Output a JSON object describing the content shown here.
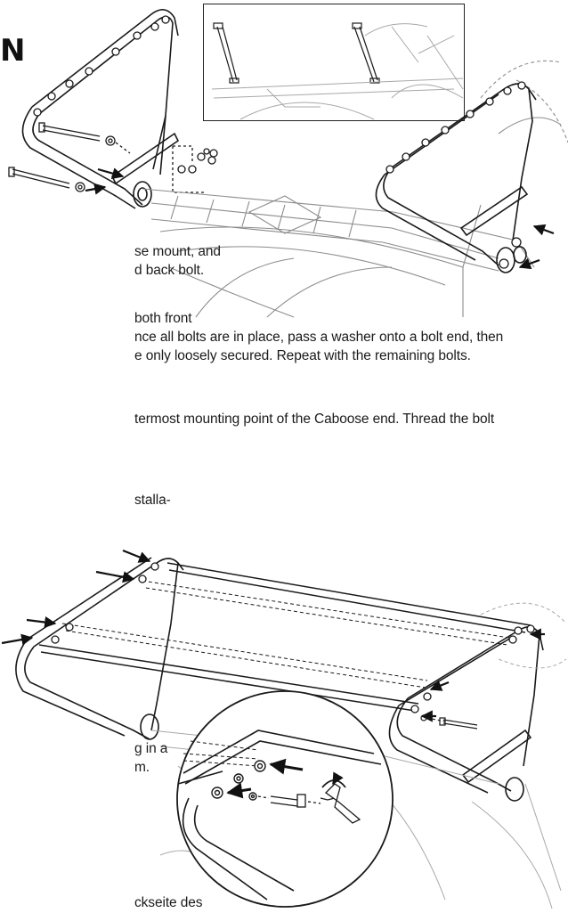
{
  "heading": {
    "visible_fragment": "N"
  },
  "paragraphs": [
    {
      "id": "p1",
      "lines": [
        "se mount, and",
        "d back bolt."
      ]
    },
    {
      "id": "p2",
      "lines": [
        "both front",
        "nce all bolts are in place, pass a washer onto a bolt end, then",
        "e only loosely secured. Repeat with the remaining bolts."
      ]
    },
    {
      "id": "p3",
      "lines": [
        "termost mounting point of the Caboose end. Thread the bolt"
      ]
    },
    {
      "id": "p4",
      "lines": [
        "stalla-"
      ]
    },
    {
      "id": "p5",
      "lines": [
        "g in a",
        "m."
      ]
    },
    {
      "id": "p6",
      "lines": [
        "ckseite des"
      ]
    }
  ],
  "illustrations": {
    "top": {
      "icon": "rack-mount-assembly-illustration"
    },
    "inset": {
      "icon": "rack-mount-detail-inset"
    },
    "bottom": {
      "icon": "rack-bars-assembly-illustration"
    },
    "zoom": {
      "icon": "bolt-tightening-zoom-circle"
    }
  },
  "colors": {
    "line": "#1a1a1a",
    "light_line": "#9a9a9a",
    "background": "#ffffff"
  }
}
